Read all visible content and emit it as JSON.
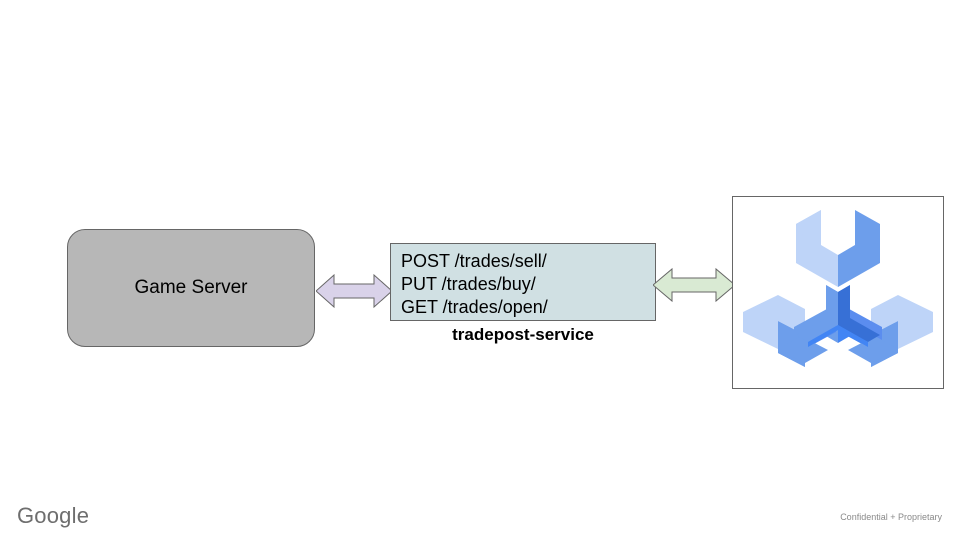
{
  "slide": {
    "background_color": "#ffffff",
    "title_text": ""
  },
  "nodes": {
    "game_server": {
      "label": "Game Server",
      "fill_color": "#b7b7b7",
      "border_color": "#666666"
    },
    "service": {
      "caption": "tradepost-service",
      "fill_color": "#d0e0e3",
      "border_color": "#666666",
      "endpoints": [
        "POST /trades/sell/",
        "PUT /trades/buy/",
        "GET /trades/open/"
      ]
    },
    "icon_panel": {
      "icon_name": "three-pronged-wrench-icon",
      "frame_border_color": "#666666",
      "palette": {
        "light": "#a8c7f7",
        "light_alt": "#bed4f8",
        "medium": "#6d9eeb",
        "medium_alt": "#5b8def",
        "dark": "#3c78e0",
        "darkest": "#3770d6"
      }
    }
  },
  "connectors": [
    {
      "name": "game-server-to-service",
      "style": "double-headed-arrow",
      "fill_color": "#d9d2e9",
      "border_color": "#666666"
    },
    {
      "name": "service-to-icon-panel",
      "style": "double-headed-arrow",
      "fill_color": "#d9ead3",
      "border_color": "#666666"
    }
  ],
  "footer": {
    "logo_text": "Google",
    "logo_color": "#6e6e6e",
    "note_text": "Confidential + Proprietary",
    "note_color": "#8a8a8a"
  }
}
